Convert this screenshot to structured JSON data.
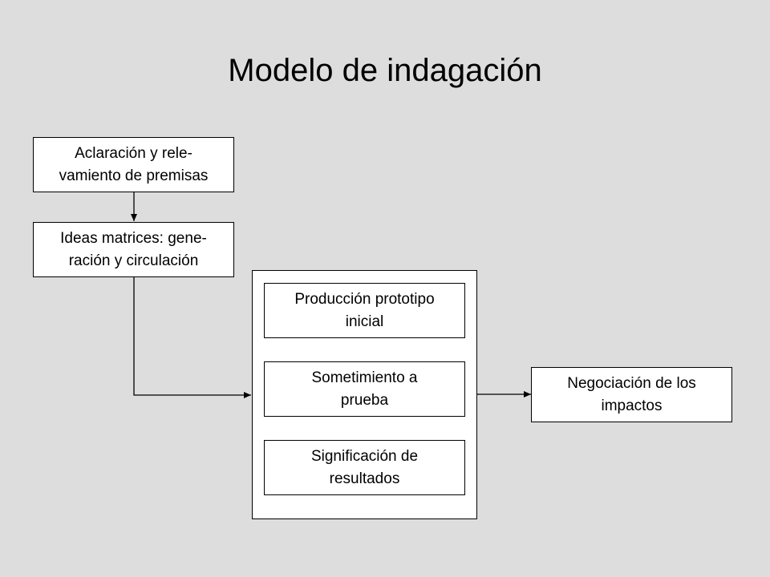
{
  "title": "Modelo de indagación",
  "nodes": {
    "premisas": {
      "line1": "Aclaración y rele-",
      "line2": "vamiento de premisas"
    },
    "ideas": {
      "line1": "Ideas matrices: gene-",
      "line2": "ración y circulación"
    },
    "prototipo": {
      "line1": "Producción prototipo",
      "line2": "inicial"
    },
    "prueba": {
      "line1": "Sometimiento a",
      "line2": "prueba"
    },
    "significacion": {
      "line1": "Significación de",
      "line2": "resultados"
    },
    "negociacion": {
      "line1": "Negociación de los",
      "line2": "impactos"
    }
  },
  "edges": [
    {
      "from": "premisas",
      "to": "ideas"
    },
    {
      "from": "ideas",
      "to": "proceso"
    },
    {
      "from": "proceso",
      "to": "negociacion"
    }
  ]
}
